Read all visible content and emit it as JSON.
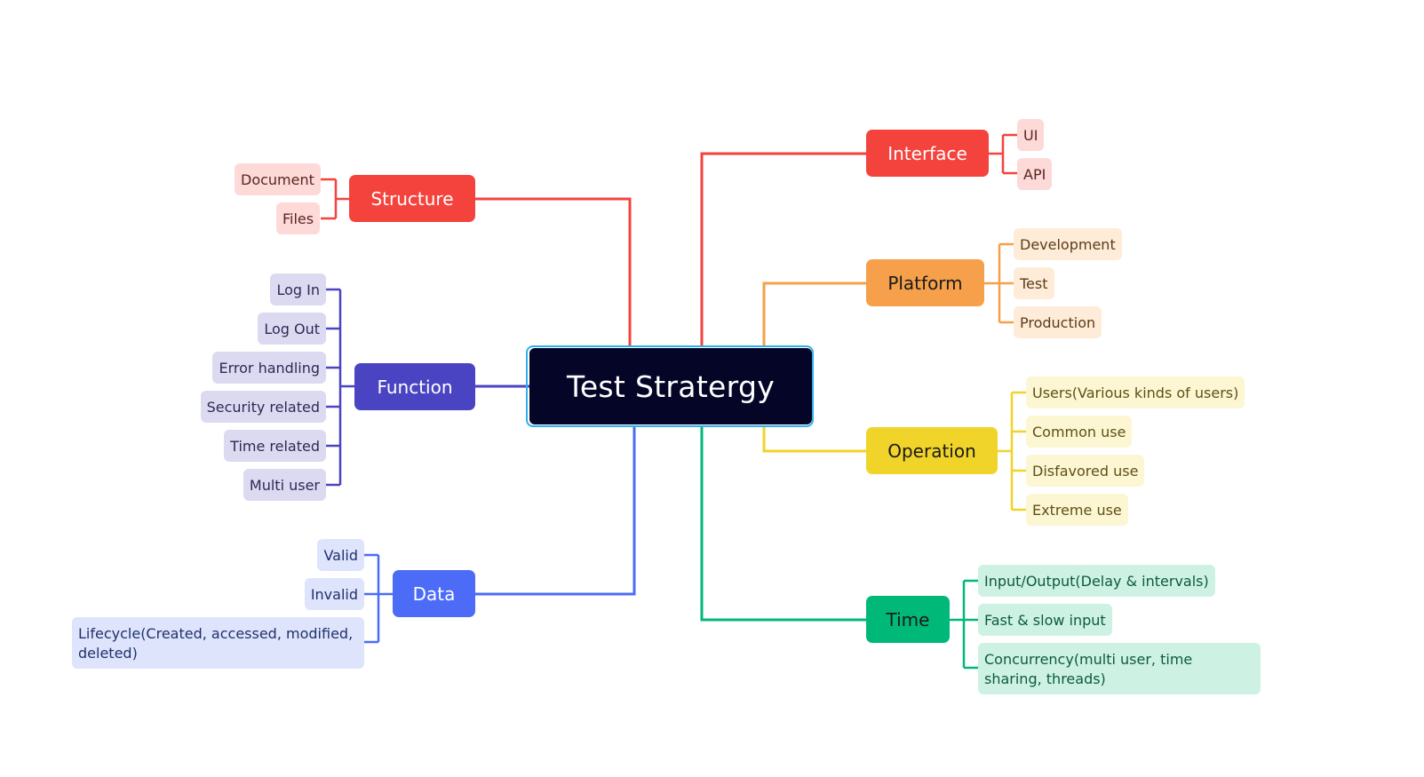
{
  "center": {
    "label": "Test Stratergy"
  },
  "colors": {
    "structure": "#f4433d",
    "structure_leaf_bg": "#fdd9d7",
    "structure_leaf_text": "#5a2622",
    "function": "#4b44c2",
    "function_leaf_bg": "#dcdaf1",
    "function_leaf_text": "#2d2a55",
    "data": "#4c6cf7",
    "data_leaf_bg": "#dde4fc",
    "data_leaf_text": "#22306a",
    "interface": "#f4433d",
    "interface_leaf_bg": "#fdd9d7",
    "interface_leaf_text": "#5a2622",
    "platform": "#f6a04b",
    "platform_leaf_bg": "#feecd9",
    "platform_leaf_text": "#5c3c17",
    "operation": "#f0d42a",
    "operation_leaf_bg": "#fdf6d3",
    "operation_leaf_text": "#5d5115",
    "time": "#00b978",
    "time_leaf_bg": "#cdf2e3",
    "time_leaf_text": "#0e5a3d"
  },
  "branches": {
    "structure": {
      "label": "Structure",
      "items": [
        "Document",
        "Files"
      ]
    },
    "function": {
      "label": "Function",
      "items": [
        "Log In",
        "Log Out",
        "Error handling",
        "Security related",
        "Time related",
        "Multi user"
      ]
    },
    "data": {
      "label": "Data",
      "items": [
        "Valid",
        "Invalid",
        "Lifecycle(Created, accessed, modified, deleted)"
      ]
    },
    "interface": {
      "label": "Interface",
      "items": [
        "UI",
        "API"
      ]
    },
    "platform": {
      "label": "Platform",
      "items": [
        "Development",
        "Test",
        "Production"
      ]
    },
    "operation": {
      "label": "Operation",
      "items": [
        "Users(Various kinds of users)",
        "Common use",
        "Disfavored use",
        "Extreme use"
      ]
    },
    "time": {
      "label": "Time",
      "items": [
        "Input/Output(Delay & intervals)",
        "Fast & slow input",
        "Concurrency(multi user, time sharing, threads)"
      ]
    }
  }
}
